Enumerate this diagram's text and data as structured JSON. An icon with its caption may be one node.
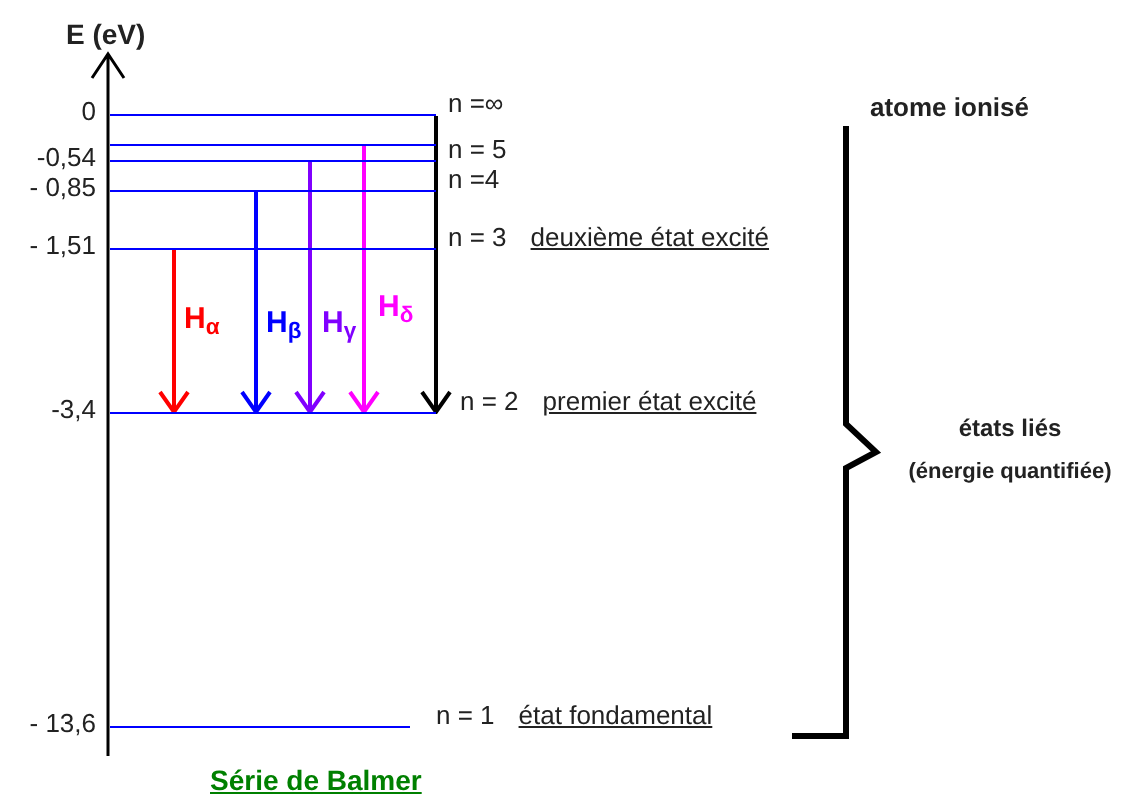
{
  "diagram": {
    "caption": "Série de Balmer",
    "nodes": [
      {
        "text": [],
        "shape": "line",
        "beside": [
          "0",
          "n =∞"
        ]
      },
      {
        "text": [],
        "shape": "line"
      },
      {
        "text": [],
        "shape": "line",
        "beside": [
          "-0,54",
          "n = 5"
        ]
      },
      {
        "text": [],
        "shape": "line",
        "beside": [
          "- 0,85",
          "n =4"
        ]
      },
      {
        "text": [],
        "shape": "line",
        "beside": [
          "- 1,51",
          "n = 3",
          "deuxième état excité"
        ]
      },
      {
        "text": [],
        "shape": "line",
        "beside": [
          "-3,4",
          "n = 2",
          "premier état excité"
        ]
      },
      {
        "text": [],
        "shape": "line",
        "beside": [
          "- 13,6",
          "n = 1",
          "état fondamental"
        ]
      }
    ],
    "edges": [
      {
        "from": 4,
        "to": 5,
        "arrow": "to",
        "label": "H$_{α}$",
        "color": "#ff0000"
      },
      {
        "from": 3,
        "to": 5,
        "arrow": "to",
        "label": "H$_{β}$",
        "color": "#0000ff"
      },
      {
        "from": 2,
        "to": 5,
        "arrow": "to",
        "label": "H$_{γ}$",
        "color": "#8000ff"
      },
      {
        "from": 1,
        "to": 5,
        "arrow": "to",
        "label": "H$_{δ}$",
        "color": "#ff00ff"
      },
      {
        "from": 0,
        "to": 5,
        "arrow": "to",
        "color": "#000000"
      }
    ],
    "labels": [
      "E (eV)",
      "atome ionisé",
      "états liés",
      "(énergie quantifiée)"
    ]
  }
}
